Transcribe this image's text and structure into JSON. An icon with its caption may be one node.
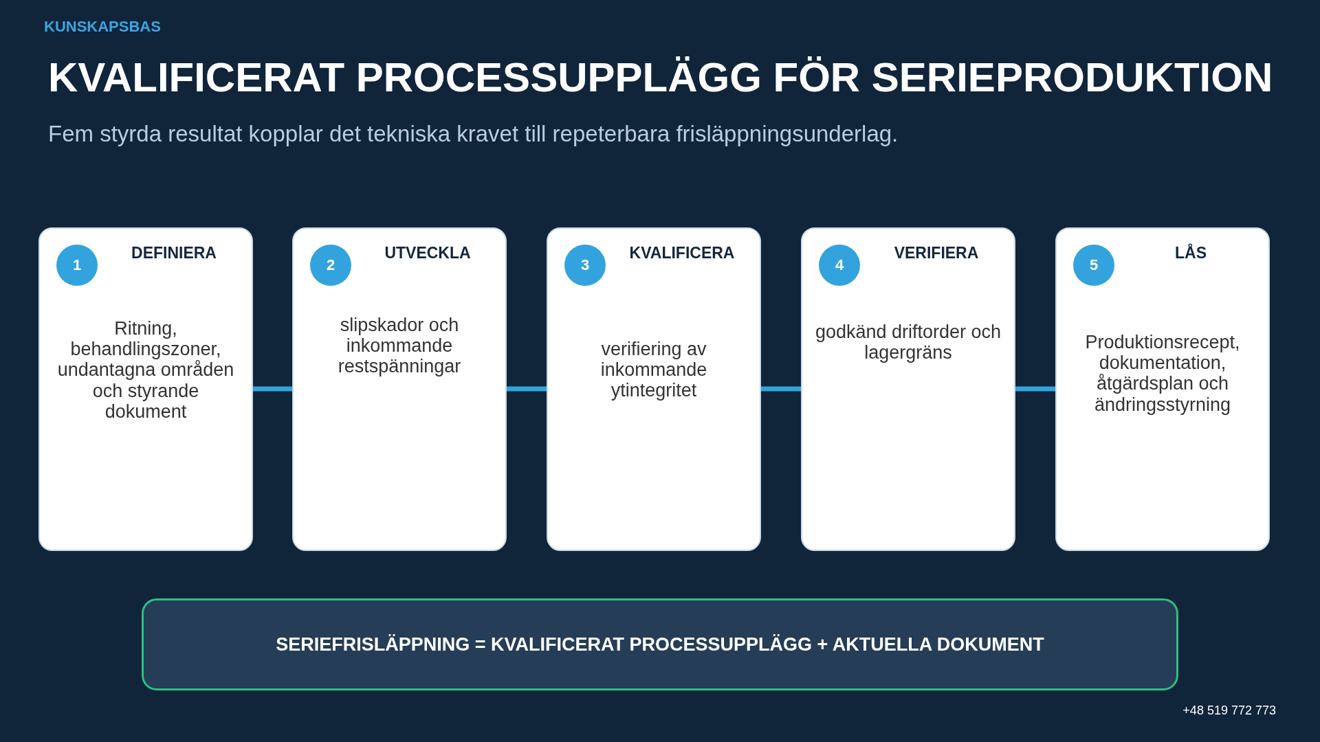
{
  "diagram": {
    "title": "KVALIFICERAT PROCESSUPPLÄGG FÖR SERIEPRODUKTION",
    "nodes": [
      {
        "text": [
          "DEFINIERA",
          "Ritning, behandlingszoner, undantagna områden och styrande dokument"
        ]
      },
      {
        "text": [
          "1"
        ],
        "in": 0
      },
      {
        "text": [
          "UTVECKLA",
          "slipskador och inkommande restspänningar"
        ]
      },
      {
        "text": [
          "2"
        ],
        "in": 2
      },
      {
        "text": [
          "KVALIFICERA",
          "verifiering av inkommande ytintegritet"
        ]
      },
      {
        "text": [
          "3"
        ],
        "in": 4
      },
      {
        "text": [
          "VERIFIERA",
          "godkänd driftorder och lagergräns"
        ]
      },
      {
        "text": [
          "4"
        ],
        "in": 6
      },
      {
        "text": [
          "LÅS",
          "Produktionsrecept, dokumentation, åtgärdsplan och ändringsstyrning"
        ]
      },
      {
        "text": [
          "5"
        ],
        "in": 8
      },
      {
        "text": [
          "SERIEFRISLÄPPNING = KVALIFICERAT PROCESSUPPLÄGG + AKTUELLA DOKUMENT"
        ]
      }
    ],
    "edges": [
      {
        "from": 0,
        "to": 2,
        "arrow": "none"
      },
      {
        "from": 2,
        "to": 4,
        "arrow": "none"
      },
      {
        "from": 4,
        "to": 6,
        "arrow": "none"
      },
      {
        "from": 6,
        "to": 8,
        "arrow": "none"
      }
    ],
    "labels": [
      "KUNSKAPSBAS",
      "Fem styrda resultat kopplar det tekniska kravet till repeterbara frisläppningsunderlag.",
      "+48 519 772 773"
    ]
  }
}
